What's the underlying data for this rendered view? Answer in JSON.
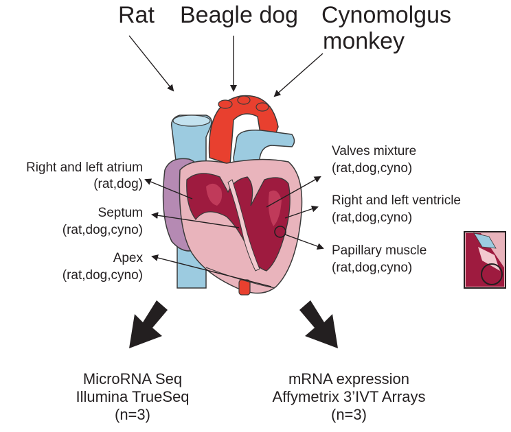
{
  "species": {
    "rat": "Rat",
    "dog": "Beagle dog",
    "monkey_line1": "Cynomolgus",
    "monkey_line2": "monkey"
  },
  "regions": {
    "atrium": {
      "name": "Right and left atrium",
      "species": "(rat,dog)"
    },
    "septum": {
      "name": "Septum",
      "species": "(rat,dog,cyno)"
    },
    "apex": {
      "name": "Apex",
      "species": "(rat,dog,cyno)"
    },
    "valves": {
      "name": "Valves mixture",
      "species": "(rat,dog,cyno)"
    },
    "ventricle": {
      "name": "Right and left ventricle",
      "species": "(rat,dog,cyno)"
    },
    "papillary": {
      "name": "Papillary muscle",
      "species": "(rat,dog,cyno)"
    }
  },
  "outputs": {
    "microrna": {
      "line1": "MicroRNA Seq",
      "line2": "Illumina TrueSeq",
      "line3": "(n=3)"
    },
    "mrna": {
      "line1": "mRNA expression",
      "line2": "Affymetrix 3’IVT Arrays",
      "line3": "(n=3)"
    }
  },
  "colors": {
    "aorta_red": "#e8402f",
    "vein_blue": "#9ccbe0",
    "myocardium": "#9e1b3f",
    "pericardium_pink": "#e9b4bc",
    "atrium_purple": "#b58ab3",
    "arrow_black": "#231f20"
  }
}
